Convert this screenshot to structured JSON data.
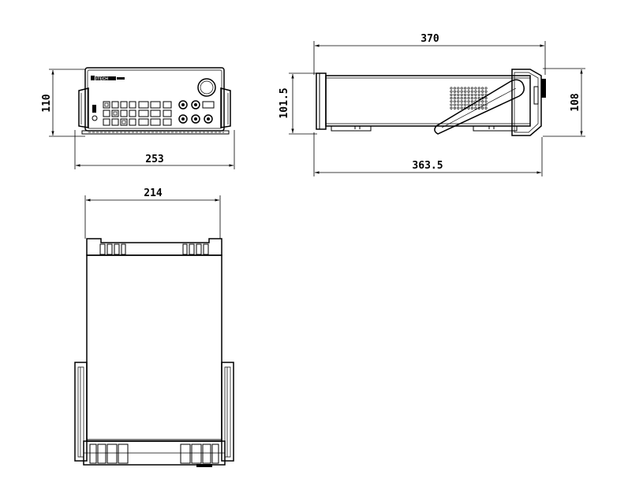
{
  "drawing": {
    "front_view": {
      "height_dim": "110",
      "width_dim": "253",
      "logo_text": "ITECH"
    },
    "side_view": {
      "length_dim": "370",
      "body_length_dim": "363.5",
      "front_height_dim": "101.5",
      "rear_height_dim": "108"
    },
    "top_view": {
      "width_dim": "214"
    }
  }
}
